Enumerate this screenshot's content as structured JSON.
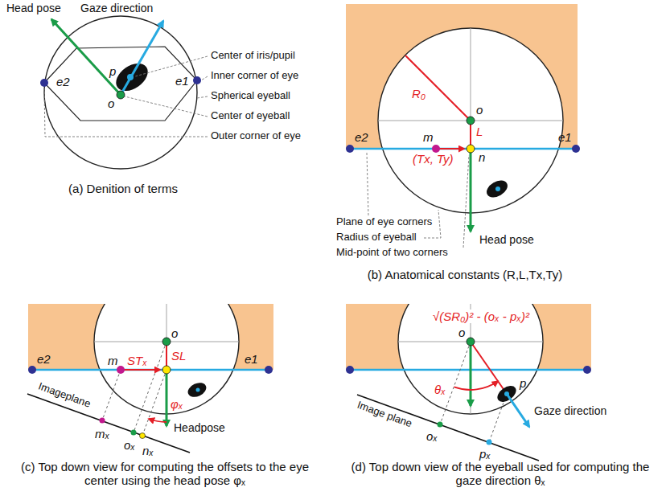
{
  "diagram": {
    "labels": [
      "Head pose",
      "Gaze direction",
      "p",
      "o",
      "e2",
      "e1",
      "Center of iris/pupil",
      "Inner corner of eye",
      "Spherical eyeball",
      "Center of eyeball",
      "Outer corner of eye",
      "(a) Denition of terms",
      "R₀",
      "o",
      "L",
      "m",
      "n",
      "(Tx, Ty)",
      "e2",
      "e1",
      "Plane of eye corners",
      "Radius of eyeball",
      "Mid-point of two corners",
      "Head pose",
      "(b) Anatomical constants (R,L,Tx,Ty)",
      "o",
      "STₓ",
      "SL",
      "m",
      "e2",
      "e1",
      "Imageplane",
      "mₓ",
      "oₓ",
      "nₓ",
      "φₓ",
      "Headpose",
      "(c) Top down view for computing the offsets to the eye center using the head pose φₓ",
      "√(SR₀)² - (oₓ - pₓ)²",
      "o",
      "p",
      "θₓ",
      "Gaze direction",
      "oₓ",
      "pₓ",
      "Image plane",
      "(d) Top down view of the eyeball used for computing the gaze direction θₓ"
    ]
  }
}
